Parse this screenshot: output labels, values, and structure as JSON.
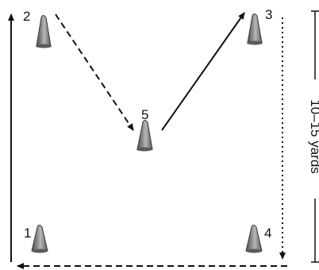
{
  "diagram": {
    "cones": [
      {
        "id": "cone-1",
        "label": "1"
      },
      {
        "id": "cone-2",
        "label": "2"
      },
      {
        "id": "cone-3",
        "label": "3"
      },
      {
        "id": "cone-4",
        "label": "4"
      },
      {
        "id": "cone-5",
        "label": "5"
      }
    ],
    "distance_label": "10–15 yards",
    "colors": {
      "cone_fill": "#6e6e6e",
      "cone_highlight": "#bdbdbd",
      "line": "#111111"
    }
  }
}
